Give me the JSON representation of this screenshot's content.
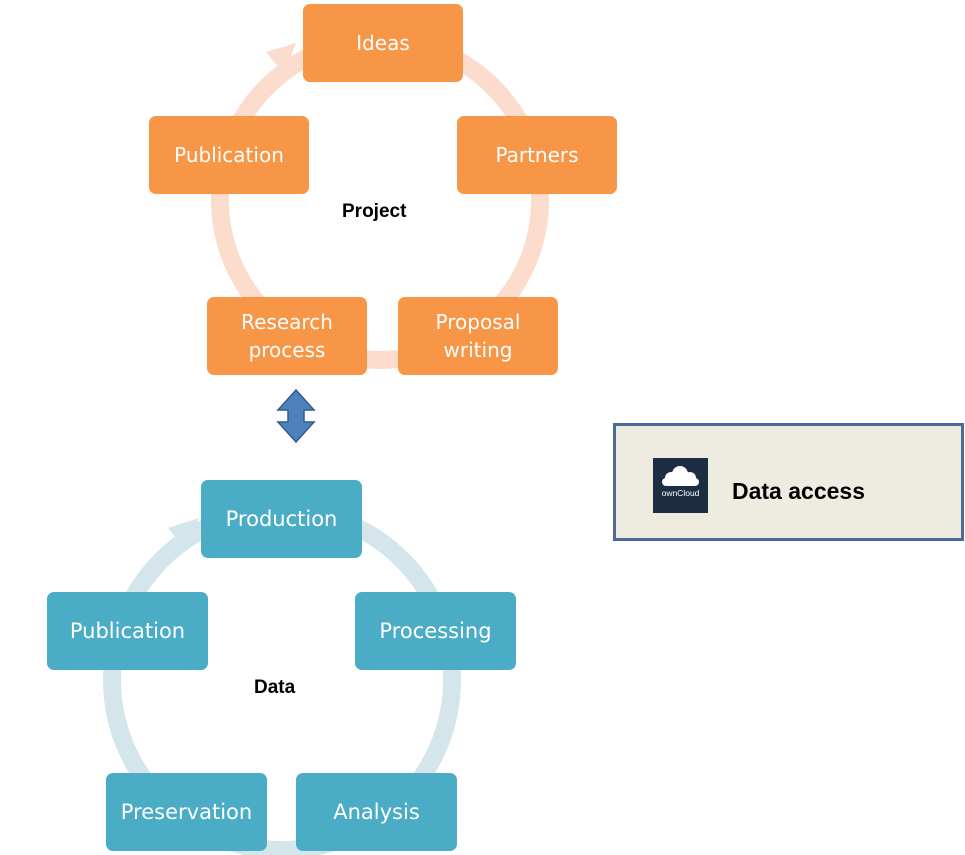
{
  "colors": {
    "project_node": "#F79646",
    "project_ring": "#FCDCCD",
    "data_node": "#4BACC6",
    "data_ring": "#D4E5EC",
    "double_arrow": "#4F81BD",
    "access_box_fill": "#EEECE1",
    "access_box_border": "#4F6A96"
  },
  "project_cycle": {
    "center_label": "Project",
    "nodes": [
      {
        "id": "ideas",
        "label": "Ideas"
      },
      {
        "id": "partners",
        "label": "Partners"
      },
      {
        "id": "proposal-writing",
        "label": "Proposal\nwriting"
      },
      {
        "id": "research-process",
        "label": "Research\nprocess"
      },
      {
        "id": "publication",
        "label": "Publication"
      }
    ]
  },
  "data_cycle": {
    "center_label": "Data",
    "nodes": [
      {
        "id": "production",
        "label": "Production"
      },
      {
        "id": "processing",
        "label": "Processing"
      },
      {
        "id": "analysis",
        "label": "Analysis"
      },
      {
        "id": "preservation",
        "label": "Preservation"
      },
      {
        "id": "publication",
        "label": "Publication"
      }
    ]
  },
  "link_icon": "double-vertical-arrow-icon",
  "data_access": {
    "logo_icon": "owncloud-logo-icon",
    "logo_text": "ownCloud",
    "label": "Data access"
  }
}
